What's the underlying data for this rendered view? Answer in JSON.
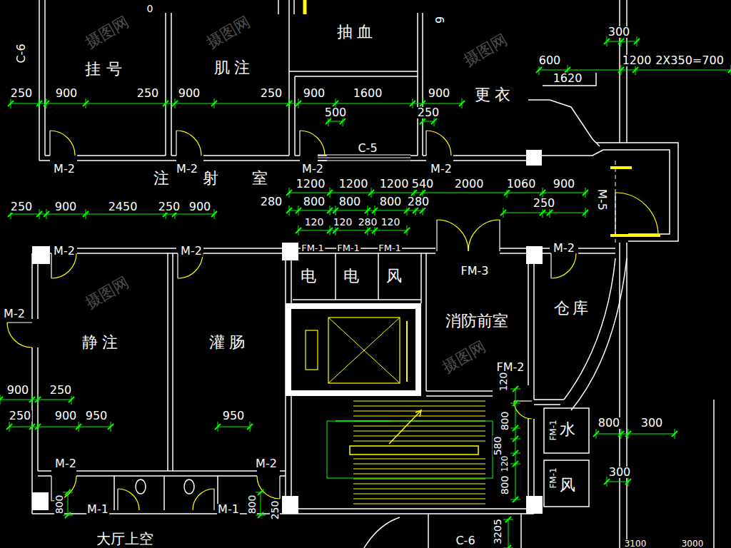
{
  "diagram": {
    "nodes": [
      {
        "text": [
          "挂号"
        ]
      },
      {
        "text": [
          "肌注"
        ]
      },
      {
        "text": [
          "抽血"
        ]
      },
      {
        "text": [
          "更衣"
        ]
      },
      {
        "text": [
          "注 射 室"
        ]
      },
      {
        "text": [
          "电"
        ]
      },
      {
        "text": [
          "电"
        ]
      },
      {
        "text": [
          "风"
        ]
      },
      {
        "text": [
          "消防前室"
        ]
      },
      {
        "text": [
          "仓库"
        ]
      },
      {
        "text": [
          "静注"
        ]
      },
      {
        "text": [
          "灌肠"
        ]
      },
      {
        "text": [
          "水"
        ]
      },
      {
        "text": [
          "风"
        ]
      }
    ],
    "labels": [
      "C-6",
      "9",
      "300",
      "600",
      "1200",
      "2X350=700",
      "1620",
      "250",
      "900",
      "250",
      "900",
      "250",
      "900",
      "1600",
      "900",
      "500",
      "250",
      "C-5",
      "M-2",
      "M-2",
      "M-2",
      "M-2",
      "1200",
      "1200",
      "1200",
      "540",
      "2000",
      "1060",
      "900",
      "280",
      "800",
      "800",
      "800",
      "280",
      "250",
      "250",
      "900",
      "2450",
      "250",
      "900",
      "120",
      "120",
      "280",
      "120",
      "M-5",
      "FM-1",
      "FM-1",
      "FM-1",
      "M-2",
      "M-2",
      "M-2",
      "FM-3",
      "M-2",
      "FM-2",
      "120",
      "900",
      "250",
      "250",
      "900",
      "950",
      "950",
      "800",
      "FM-1",
      "800",
      "300",
      "580",
      "120",
      "800",
      "M-2",
      "M-2",
      "300",
      "FM-1",
      "M-1",
      "M-1",
      "800",
      "800",
      "250",
      "C-6",
      "3205",
      "大厅上空",
      "3100",
      "3000",
      "摄图网",
      "摄图网",
      "摄图网",
      "摄图网",
      "摄图网",
      "0"
    ]
  }
}
